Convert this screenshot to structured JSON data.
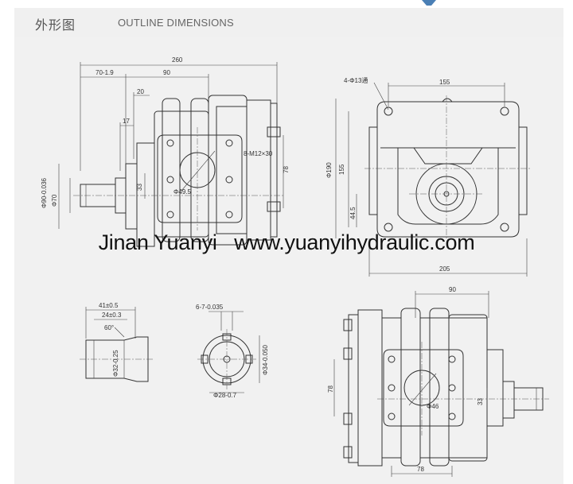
{
  "header": {
    "title_cn": "外形图",
    "title_en": "OUTLINE DIMENSIONS"
  },
  "watermark": {
    "company": "Jinan Yuanyi",
    "website": "www.yuanyihydraulic.com"
  },
  "colors": {
    "header_bg": "#f0f0f0",
    "sheet_bg": "#f1f1f1",
    "line": "#333333",
    "logo": "#4a7fb5"
  },
  "drawings": {
    "main_view": {
      "dims": {
        "overall_length": "260",
        "shaft_offset": "70-1.9",
        "body_length": "90",
        "flange_a": "20",
        "flange_b": "17",
        "port_thread": "8-M12×30",
        "port_pitch": "78",
        "shaft_dia": "Φ90-0.036",
        "pilot_dia": "Φ70",
        "shaft_step": "33",
        "port_dia": "Φ49.5"
      }
    },
    "end_view": {
      "dims": {
        "holes": "4-Φ13通",
        "hole_pitch": "155",
        "outer_dia": "Φ190",
        "height": "155",
        "center_height": "44.5",
        "width": "205"
      }
    },
    "shaft_detail": {
      "dims": {
        "length": "41±0.5",
        "key_length": "24±0.3",
        "chamfer": "60°",
        "dia": "Φ32-0.25"
      }
    },
    "spline_section": {
      "dims": {
        "key_width": "6-7-0.035",
        "outer_dia": "Φ34-0.050",
        "root_dia": "Φ28-0.7"
      }
    },
    "side_view": {
      "dims": {
        "body_length": "90",
        "port_pitch": "78",
        "port_dia": "Φ46",
        "shaft_step": "33",
        "bottom_pitch": "78"
      }
    }
  }
}
